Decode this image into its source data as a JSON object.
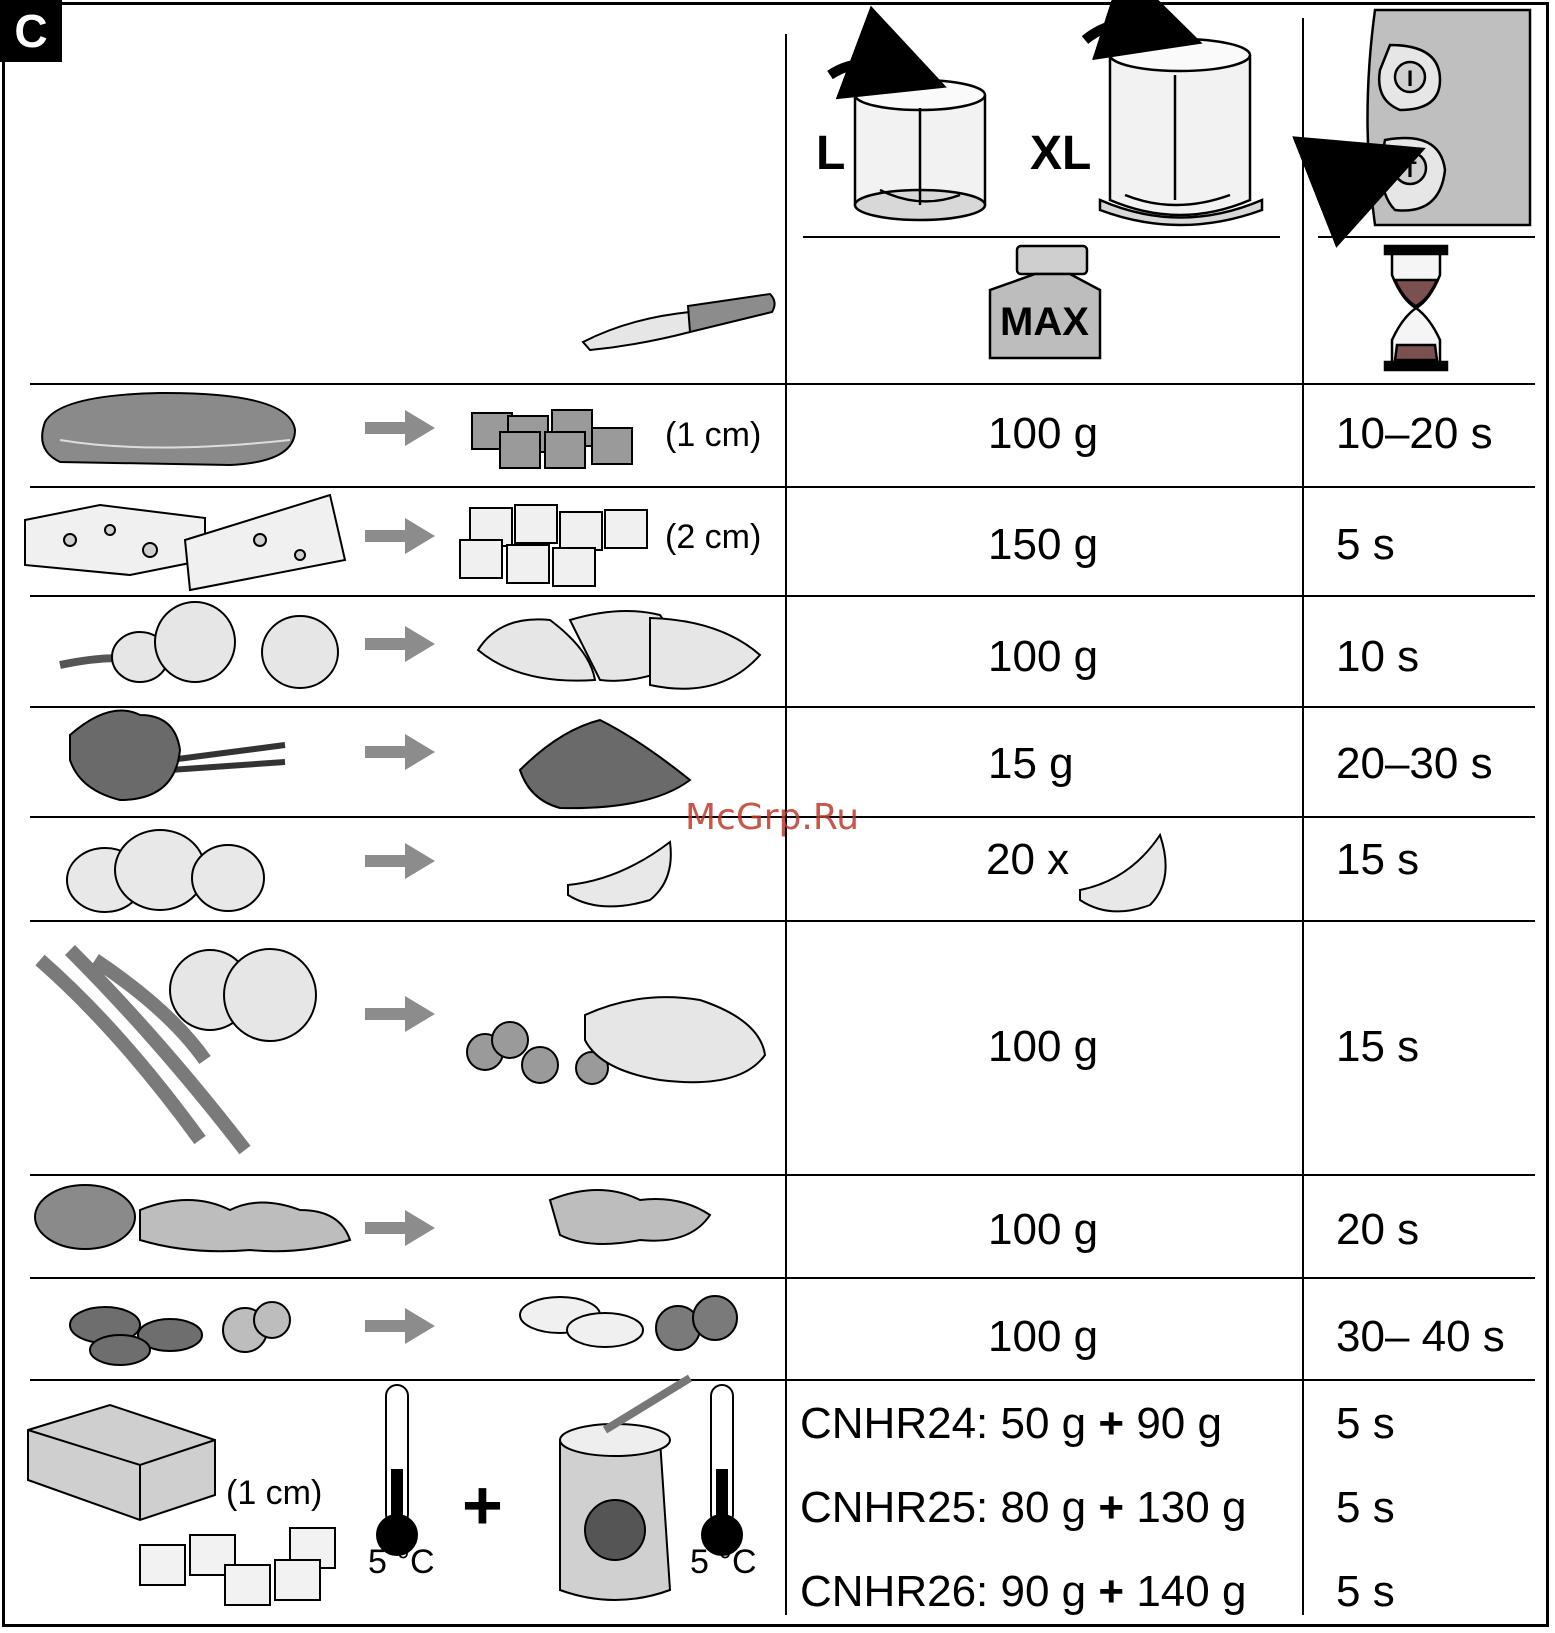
{
  "section_label": "C",
  "header": {
    "container_l_label": "L",
    "container_xl_label": "XL",
    "weight_label": "MAX",
    "icons": [
      "knife-icon",
      "container-l-icon",
      "container-xl-icon",
      "turbo-button-icon",
      "weight-max-icon",
      "hourglass-icon"
    ]
  },
  "rows": [
    {
      "food": "meat",
      "cut_size": "(1 cm)",
      "amount": "100 g",
      "time": "10–20 s"
    },
    {
      "food": "cheese",
      "cut_size": "(2 cm)",
      "amount": "150 g",
      "time": "5 s"
    },
    {
      "food": "onion",
      "amount": "100 g",
      "time": "10 s"
    },
    {
      "food": "parsley",
      "amount": "15 g",
      "time": "20–30 s"
    },
    {
      "food": "garlic",
      "amount_prefix": "20 x",
      "time": "15 s"
    },
    {
      "food": "carrots-apples",
      "amount": "100 g",
      "time": "15 s"
    },
    {
      "food": "walnuts",
      "amount": "100 g",
      "time": "20 s"
    },
    {
      "food": "almonds-hazelnuts",
      "amount": "100 g",
      "time": "30– 40 s"
    }
  ],
  "butter_row": {
    "cut_size": "(1 cm)",
    "butter_temp": "5 °C",
    "honey_temp": "5 °C",
    "plus": "+",
    "models": [
      {
        "model": "CNHR24",
        "sep": ":",
        "a": "50 g",
        "plus": "+",
        "b": "90 g",
        "time": "5 s"
      },
      {
        "model": "CNHR25",
        "sep": ":",
        "a": "80 g",
        "plus": "+",
        "b": "130 g",
        "time": "5 s"
      },
      {
        "model": "CNHR26",
        "sep": ":",
        "a": "90 g",
        "plus": "+",
        "b": "140 g",
        "time": "5 s"
      }
    ]
  },
  "watermark": "McGrp.Ru"
}
